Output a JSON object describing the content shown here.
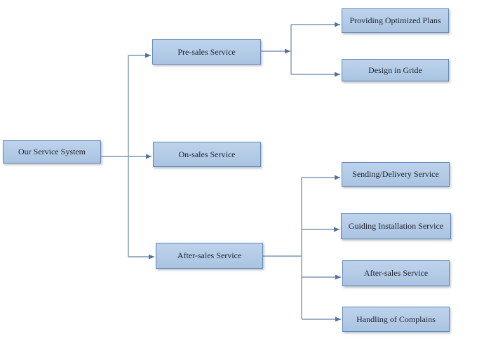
{
  "diagram": {
    "type": "flowchart",
    "background": "#ffffff",
    "colors": {
      "node_fill_top": "#bed3eb",
      "node_fill_bottom": "#a9c3e0",
      "node_border": "#6087b8",
      "connector": "#7d97b3",
      "arrowhead": "#52739a",
      "text": "#20242e"
    },
    "nodes": {
      "root": {
        "label": "Our Service System"
      },
      "pre_sales": {
        "label": "Pre-sales Service"
      },
      "on_sales": {
        "label": "On-sales Service"
      },
      "after_sales": {
        "label": "After-sales Service"
      },
      "providing_optimized_plans": {
        "label": "Providing Optimized Plans"
      },
      "design_in_gride": {
        "label": "Design in Gride"
      },
      "sending_delivery_service": {
        "label": "Sending/Delivery Service"
      },
      "guiding_installation_service": {
        "label": "Guiding Installation Service"
      },
      "after_sales_service_child": {
        "label": "After-sales Service"
      },
      "handling_of_complains": {
        "label": "Handling of Complains"
      }
    },
    "hierarchy": [
      {
        "parent": "Our Service System",
        "children": [
          "Pre-sales Service",
          "On-sales Service",
          "After-sales Service"
        ]
      },
      {
        "parent": "Pre-sales Service",
        "children": [
          "Providing Optimized Plans",
          "Design in Gride"
        ]
      },
      {
        "parent": "After-sales Service",
        "children": [
          "Sending/Delivery Service",
          "Guiding Installation Service",
          "After-sales Service",
          "Handling of Complains"
        ]
      }
    ]
  }
}
